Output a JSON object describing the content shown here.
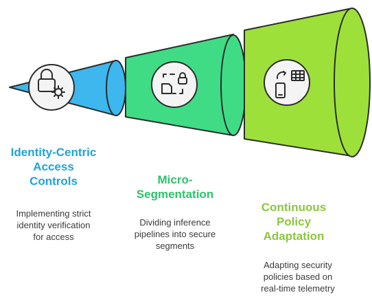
{
  "colors": {
    "blue": "#3db7ee",
    "green": "#3fdc85",
    "lime": "#9ee03a",
    "outline": "#2b2b2b",
    "title_blue": "#1ea3dd",
    "title_green": "#2cc36b",
    "title_lime": "#8cc63f"
  },
  "stages": [
    {
      "title": [
        "Identity-Centric",
        "Access",
        "Controls"
      ],
      "description": [
        "Implementing strict",
        "identity verification",
        "for access"
      ],
      "icon": "lock-gear-icon"
    },
    {
      "title": [
        "Micro-",
        "Segmentation"
      ],
      "description": [
        "Dividing inference",
        "pipelines into secure",
        "segments"
      ],
      "icon": "segment-lock-icon"
    },
    {
      "title": [
        "Continuous",
        "Policy",
        "Adaptation"
      ],
      "description": [
        "Adapting security",
        "policies based on",
        "real-time telemetry"
      ],
      "icon": "phone-table-icon"
    }
  ]
}
